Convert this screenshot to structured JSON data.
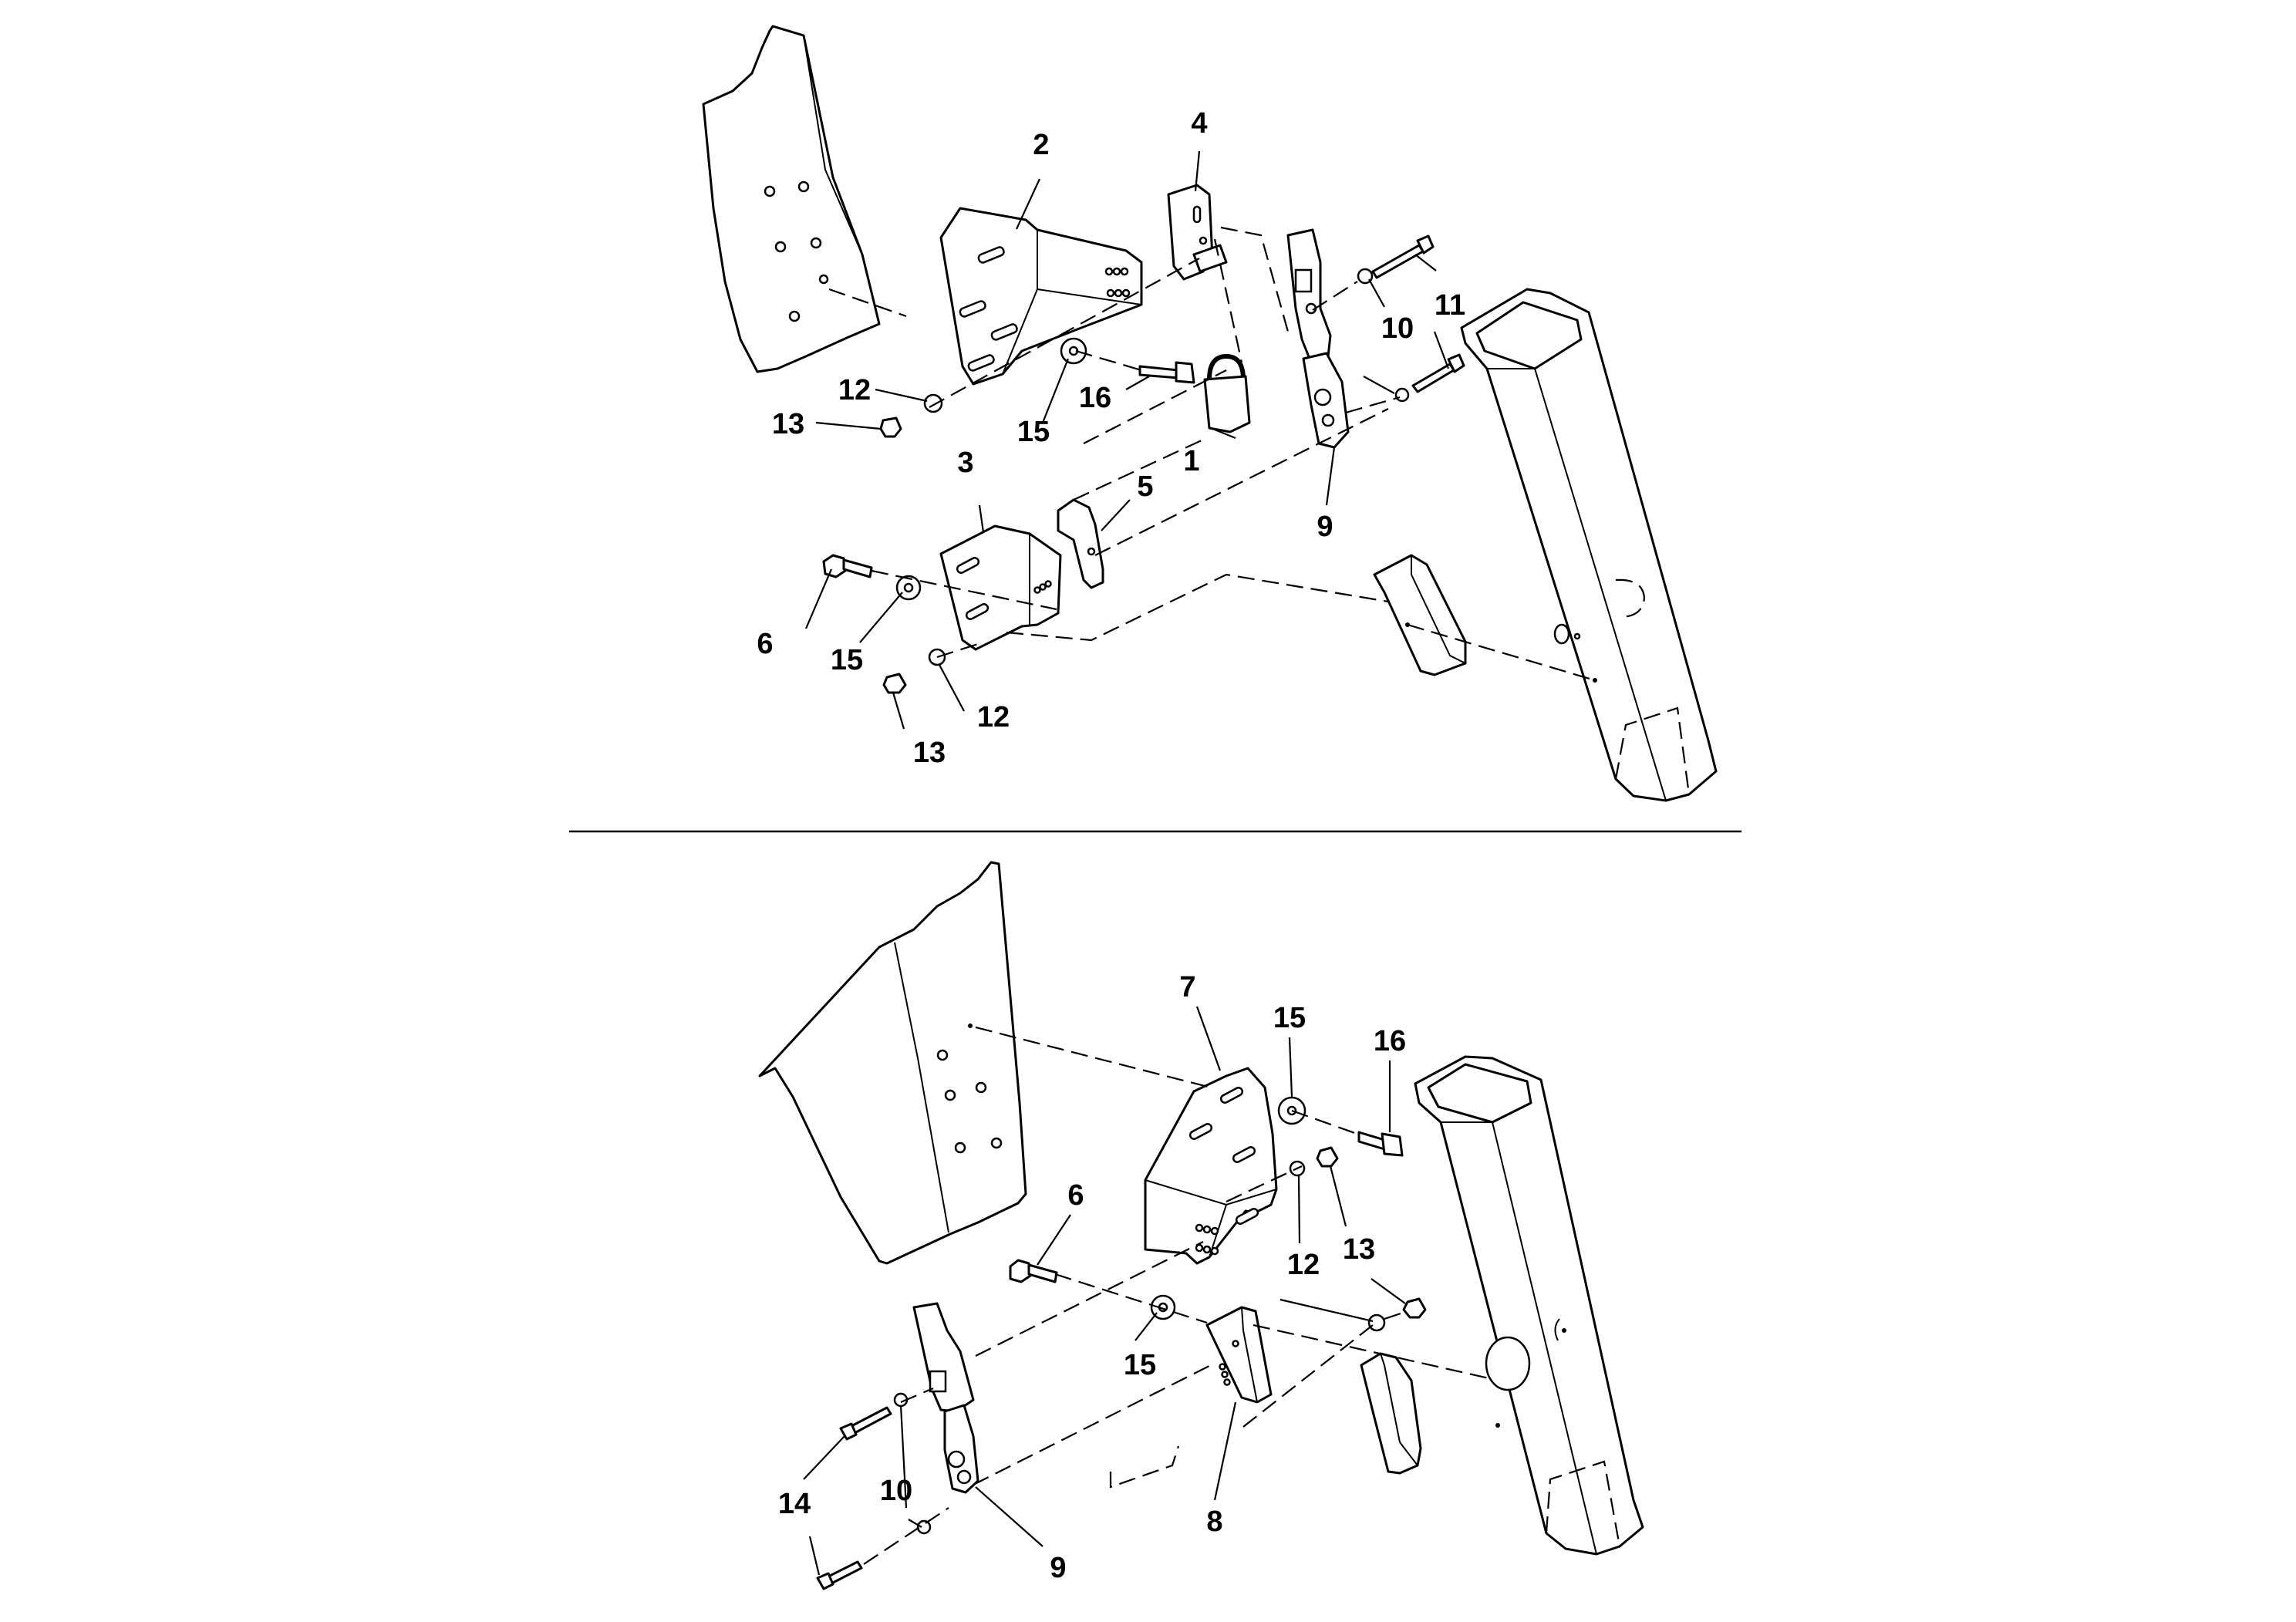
{
  "callouts": {
    "top": [
      {
        "id": "t1",
        "text": "1"
      },
      {
        "id": "t2",
        "text": "2"
      },
      {
        "id": "t3",
        "text": "3"
      },
      {
        "id": "t4",
        "text": "4"
      },
      {
        "id": "t5",
        "text": "5"
      },
      {
        "id": "t6",
        "text": "6"
      },
      {
        "id": "t9",
        "text": "9"
      },
      {
        "id": "t10",
        "text": "10"
      },
      {
        "id": "t11",
        "text": "11"
      },
      {
        "id": "t12a",
        "text": "12"
      },
      {
        "id": "t12b",
        "text": "12"
      },
      {
        "id": "t13a",
        "text": "13"
      },
      {
        "id": "t13b",
        "text": "13"
      },
      {
        "id": "t15a",
        "text": "15"
      },
      {
        "id": "t15b",
        "text": "15"
      },
      {
        "id": "t16",
        "text": "16"
      }
    ],
    "bottom": [
      {
        "id": "b6",
        "text": "6"
      },
      {
        "id": "b7",
        "text": "7"
      },
      {
        "id": "b8",
        "text": "8"
      },
      {
        "id": "b9",
        "text": "9"
      },
      {
        "id": "b10",
        "text": "10"
      },
      {
        "id": "b12",
        "text": "12"
      },
      {
        "id": "b13",
        "text": "13"
      },
      {
        "id": "b14",
        "text": "14"
      },
      {
        "id": "b15a",
        "text": "15"
      },
      {
        "id": "b15b",
        "text": "15"
      },
      {
        "id": "b16",
        "text": "16"
      }
    ]
  }
}
